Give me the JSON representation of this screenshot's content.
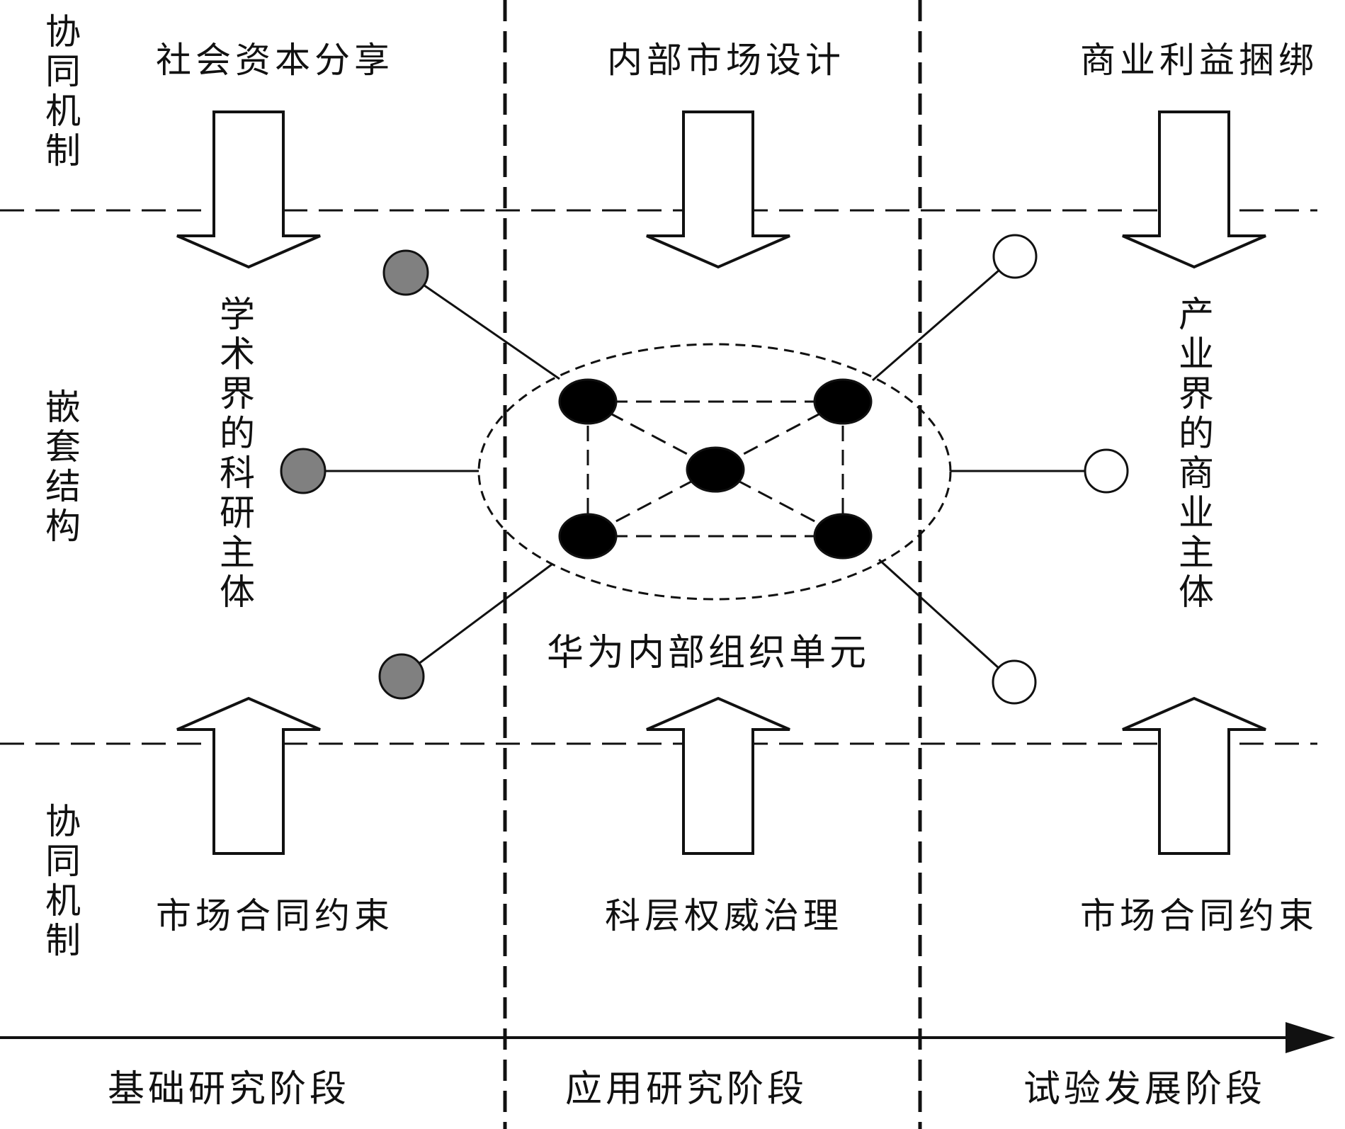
{
  "left_labels": {
    "top": "协同机制",
    "middle": "嵌套结构",
    "bottom": "协同机制"
  },
  "top_mechanisms": [
    "社会资本分享",
    "内部市场设计",
    "商业利益捆绑"
  ],
  "bottom_mechanisms": [
    "市场合同约束",
    "科层权威治理",
    "市场合同约束"
  ],
  "actors": {
    "academia": "学术界的科研主体",
    "industry": "产业界的商业主体"
  },
  "center_label": "华为内部组织单元",
  "phases": [
    "基础研究阶段",
    "应用研究阶段",
    "试验发展阶段"
  ],
  "colors": {
    "line": "#111111",
    "academia_node": "#808080",
    "industry_node": "#ffffff",
    "huawei_node": "#000000"
  }
}
